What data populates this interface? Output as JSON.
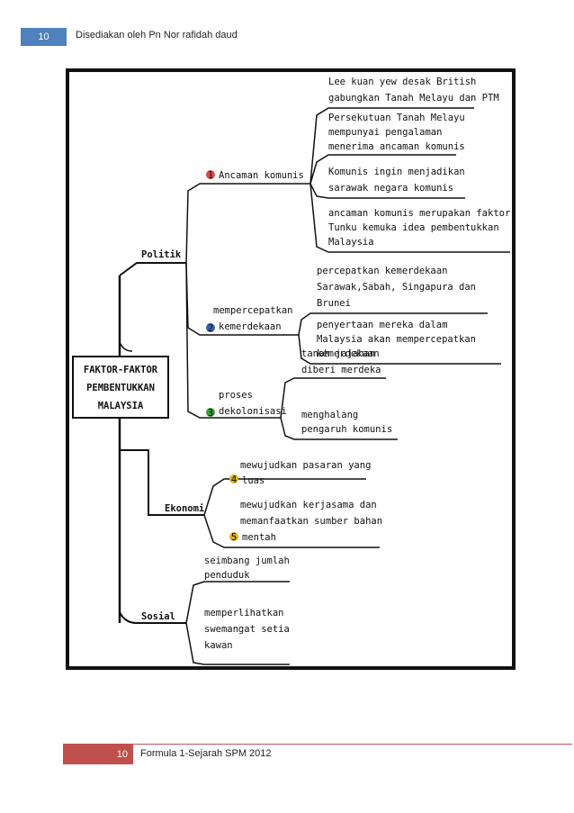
{
  "header": {
    "page_number": "10",
    "author_line": "Disediakan oleh Pn Nor rafidah daud"
  },
  "footer": {
    "page_number": "10",
    "title": "Formula 1-Sejarah SPM 2012"
  },
  "diagram": {
    "root": [
      "FAKTOR-FAKTOR",
      "PEMBENTUKKAN",
      "MALAYSIA"
    ],
    "politik": {
      "label": "Politik",
      "ancaman": {
        "num": "1",
        "label": "Ancaman komunis",
        "items": [
          [
            "Lee kuan yew desak British",
            "gabungkan Tanah Melayu dan PTM"
          ],
          [
            "Persekutuan Tanah Melayu",
            "mempunyai pengalaman",
            "menerima ancaman komunis"
          ],
          [
            "Komunis ingin menjadikan",
            "sarawak negara komunis"
          ],
          [
            "ancaman komunis merupakan faktor",
            "Tunku kemuka idea pembentukkan",
            "Malaysia"
          ]
        ]
      },
      "merdeka": {
        "num": "2",
        "label": [
          "mempercepatkan",
          "kemerdekaan"
        ],
        "items": [
          [
            "percepatkan kemerdekaan",
            "Sarawak,Sabah, Singapura dan",
            "Brunei"
          ],
          [
            "penyertaan mereka dalam",
            "Malaysia akan mempercepatkan",
            "kemerdekaan"
          ]
        ]
      },
      "dekolonisasi": {
        "num": "3",
        "label": [
          "proses",
          "dekolonisasi"
        ],
        "items": [
          [
            "tanah jajahan",
            "diberi merdeka"
          ],
          [
            "menghalang",
            "pengaruh komunis"
          ]
        ]
      }
    },
    "ekonomi": {
      "label": "Ekonomi",
      "num_a": "4",
      "num_b": "5",
      "items": [
        [
          "mewujudkan pasaran yang",
          "luas"
        ],
        [
          "mewujudkan kerjasama dan",
          "memanfaatkan sumber bahan",
          "mentah"
        ]
      ]
    },
    "sosial": {
      "label": "Sosial",
      "items": [
        [
          "seimbang jumlah",
          "penduduk"
        ],
        [
          "memperlihatkan",
          "swemangat setia",
          "kawan"
        ]
      ]
    },
    "colors": {
      "num1": "#d94a4a",
      "num2": "#3a5fb5",
      "num3": "#3a9a3a",
      "num45": "#e0b020"
    }
  }
}
